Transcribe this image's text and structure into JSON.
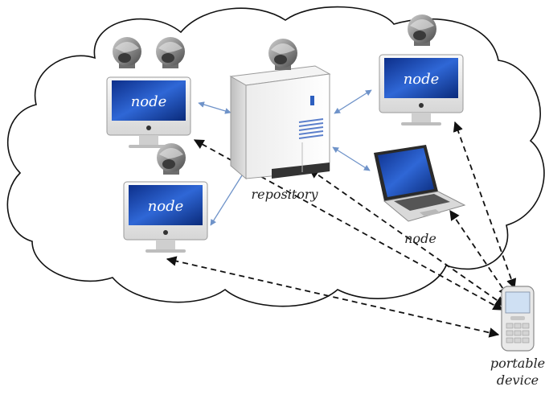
{
  "labels": {
    "node_top_left": "node",
    "node_top_right": "node",
    "node_middle_left": "node",
    "node_laptop": "node",
    "repository": "repository",
    "portable_line1": "portable",
    "portable_line2": "device"
  },
  "colors": {
    "cloud_stroke": "#111111",
    "screen_blue": "#1f4fb8",
    "double_arrow": "#6f93c9",
    "dashed_arrow": "#111111",
    "camera_gray": "#8a8a8a"
  }
}
